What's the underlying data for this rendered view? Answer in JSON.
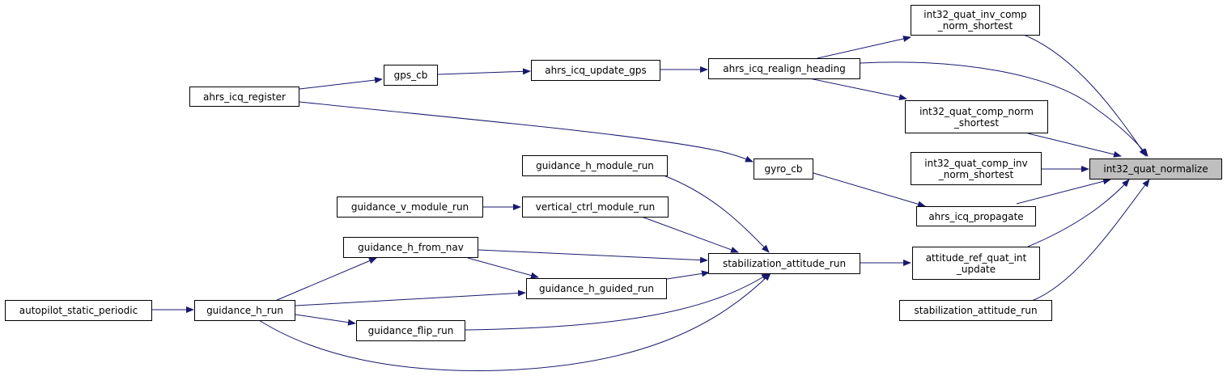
{
  "colors": {
    "edge": "#191970",
    "border": "#000000",
    "target_fill": "#bfbfbf",
    "node_fill": "#ffffff"
  },
  "nodes": {
    "int32_quat_normalize": "int32_quat_normalize",
    "int32_quat_inv_comp_norm_shortest": "int32_quat_inv_comp\n_norm_shortest",
    "int32_quat_comp_norm_shortest": "int32_quat_comp_norm\n_shortest",
    "int32_quat_comp_inv_norm_shortest": "int32_quat_comp_inv\n_norm_shortest",
    "ahrs_icq_propagate": "ahrs_icq_propagate",
    "attitude_ref_quat_int_update": "attitude_ref_quat_int\n_update",
    "stabilization_attitude_run_right": "stabilization_attitude_run",
    "ahrs_icq_realign_heading": "ahrs_icq_realign_heading",
    "ahrs_icq_update_gps": "ahrs_icq_update_gps",
    "gps_cb": "gps_cb",
    "ahrs_icq_register": "ahrs_icq_register",
    "gyro_cb": "gyro_cb",
    "stabilization_attitude_run": "stabilization_attitude_run",
    "guidance_h_module_run": "guidance_h_module_run",
    "vertical_ctrl_module_run": "vertical_ctrl_module_run",
    "guidance_v_module_run": "guidance_v_module_run",
    "guidance_h_from_nav": "guidance_h_from_nav",
    "guidance_h_guided_run": "guidance_h_guided_run",
    "guidance_flip_run": "guidance_flip_run",
    "guidance_h_run": "guidance_h_run",
    "autopilot_static_periodic": "autopilot_static_periodic"
  }
}
